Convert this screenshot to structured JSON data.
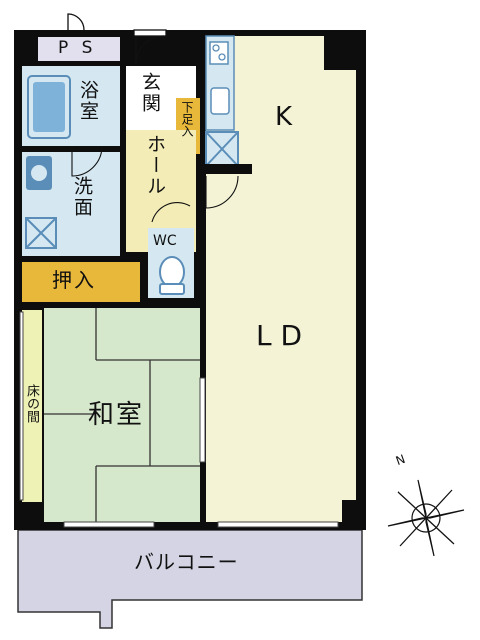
{
  "rooms": {
    "ps": "P S",
    "bath": "浴室",
    "entrance": "玄関",
    "shoe_box": "下足入",
    "hall": "ホール",
    "washroom": "洗面",
    "wc": "WC",
    "closet": "押入",
    "tokonoma": "床の間",
    "washitsu": "和室",
    "kitchen": "K",
    "living_dining": "L D",
    "balcony": "バルコニー"
  },
  "compass": {
    "north_label": "N"
  },
  "colors": {
    "wall": "#0d0d0d",
    "wet_area": "#d5e8f2",
    "hall_floor": "#f3ecb6",
    "closet": "#e8b83a",
    "tatami": "#d6e8cc",
    "tokonoma": "#eef2b4",
    "ldk": "#f4f3d6",
    "ps": "#e2e0ee",
    "balcony": "#d4d4e4",
    "fixture": "#5a8db8"
  }
}
